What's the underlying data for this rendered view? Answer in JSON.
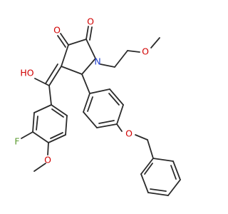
{
  "diagram": {
    "type": "chemical-structure",
    "atom_labels": {
      "o_ketone": "O",
      "o_lactam": "O",
      "n_ring": "N",
      "o_methoxyethyl": "O",
      "o_hydroxy": "HO",
      "f_aryl": "F",
      "o_methoxy_aryl": "O",
      "o_benzyloxy": "O"
    },
    "colors": {
      "bond": "#2b2b2b",
      "oxygen": "#d10000",
      "nitrogen": "#1f3fcf",
      "fluorine": "#5a9b2f"
    }
  }
}
